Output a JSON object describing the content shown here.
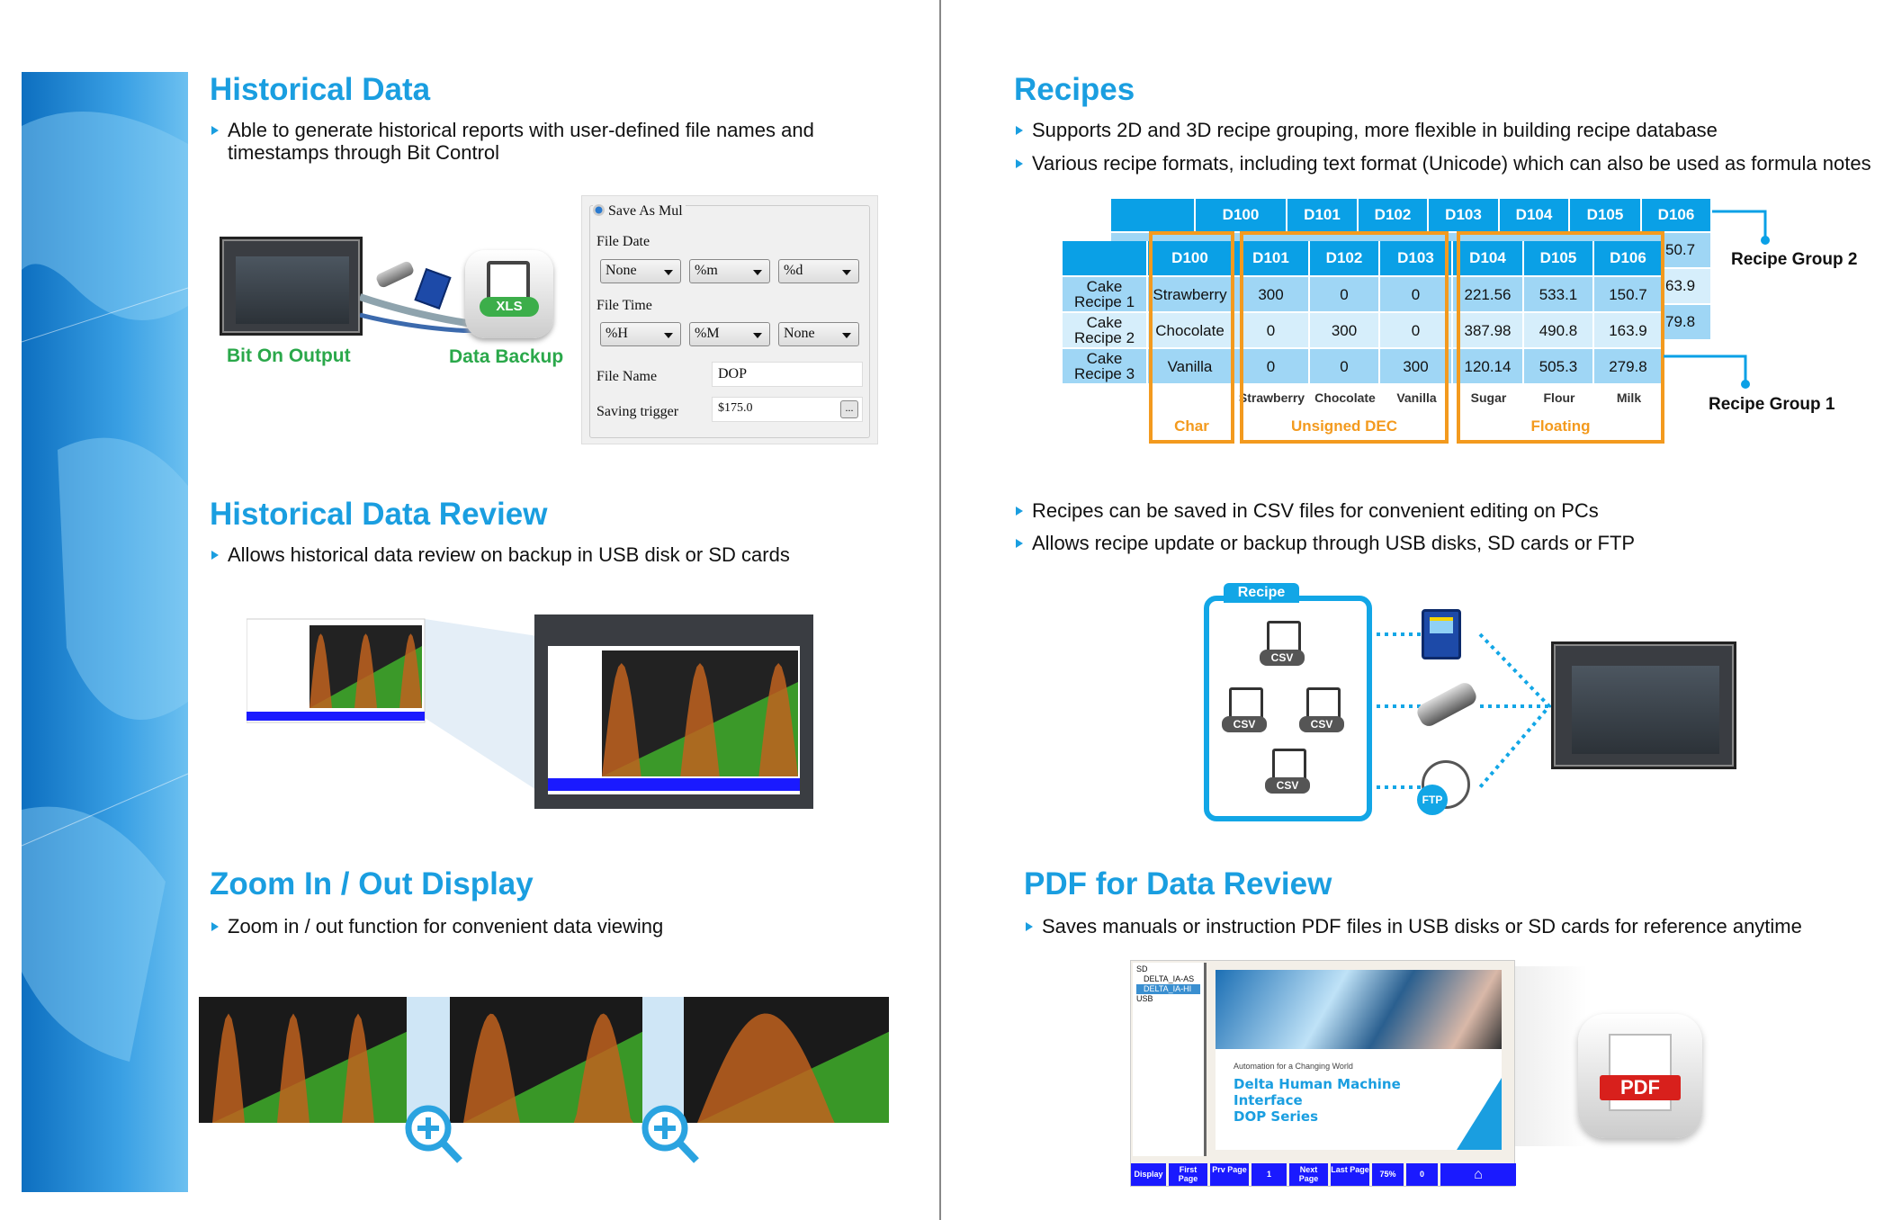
{
  "historical_data": {
    "title": "Historical Data",
    "bullet": "Able to generate historical reports with user-defined file names and timestamps through Bit Control",
    "bit_on_output": "Bit On Output",
    "data_backup": "Data Backup",
    "xls": "XLS",
    "dialog": {
      "radio": "Save As Mul",
      "file_date_label": "File Date",
      "file_date": [
        "None",
        "%m",
        "%d"
      ],
      "file_time_label": "File Time",
      "file_time": [
        "%H",
        "%M",
        "None"
      ],
      "file_name_label": "File Name",
      "file_name": "DOP",
      "saving_trigger_label": "Saving trigger",
      "saving_trigger": "$175.0",
      "browse": "..."
    }
  },
  "historical_review": {
    "title": "Historical Data Review",
    "bullet": "Allows historical data review on backup in USB disk or SD cards"
  },
  "zoom": {
    "title": "Zoom In / Out Display",
    "bullet": "Zoom in / out function for convenient data viewing"
  },
  "recipes": {
    "title": "Recipes",
    "bullets": [
      "Supports 2D and 3D recipe grouping, more flexible in building recipe database",
      "Various recipe formats, including text format (Unicode) which can also be used as formula notes"
    ],
    "bullets2": [
      "Recipes can be saved in CSV files for convenient editing on PCs",
      "Allows recipe update or backup through USB disks, SD cards or FTP"
    ],
    "group2": {
      "label": "Recipe Group 2",
      "headers": [
        "D100",
        "D101",
        "D102",
        "D103",
        "D104",
        "D105",
        "D106"
      ],
      "peek": [
        "50.7",
        "63.9",
        "79.8"
      ]
    },
    "group1": {
      "label": "Recipe Group 1",
      "headers": [
        "D100",
        "D101",
        "D102",
        "D103",
        "D104",
        "D105",
        "D106"
      ],
      "rows": [
        [
          "Cake Recipe 1",
          "Strawberry",
          "300",
          "0",
          "0",
          "221.56",
          "533.1",
          "150.7"
        ],
        [
          "Cake Recipe 2",
          "Chocolate",
          "0",
          "300",
          "0",
          "387.98",
          "490.8",
          "163.9"
        ],
        [
          "Cake Recipe 3",
          "Vanilla",
          "0",
          "0",
          "300",
          "120.14",
          "505.3",
          "279.8"
        ]
      ],
      "sublabels": [
        "Strawberry",
        "Chocolate",
        "Vanilla",
        "Sugar",
        "Flour",
        "Milk"
      ],
      "types": [
        "Char",
        "Unsigned DEC",
        "Floating"
      ]
    },
    "diagram": {
      "tab": "Recipe",
      "csv": "CSV",
      "ftp": "FTP"
    }
  },
  "pdf": {
    "title": "PDF for Data Review",
    "bullet": "Saves manuals or instruction PDF files in USB disks or SD cards for reference anytime",
    "icon": "PDF",
    "tree": [
      "SD",
      "DELTA_IA-AS",
      "DELTA_IA-HI",
      "USB"
    ],
    "doc_tagline": "Automation for a Changing World",
    "doc_title": [
      "Delta Human Machine",
      "Interface",
      "DOP Series"
    ],
    "toolbar": [
      "Display",
      "First Page",
      "Prv Page",
      "1",
      "Next Page",
      "Last Page",
      "75%",
      "0"
    ]
  },
  "colors": {
    "accent": "#1a9ee0",
    "orange": "#f39a1e",
    "green": "#2aa84a"
  }
}
